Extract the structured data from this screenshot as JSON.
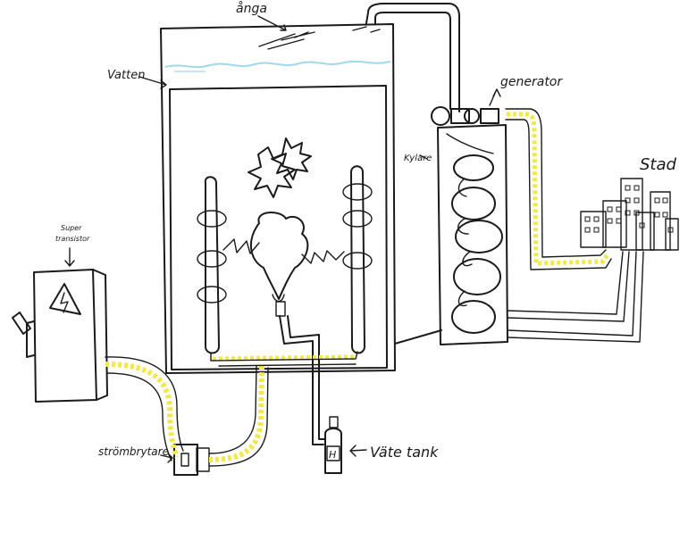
{
  "labels": {
    "anga": "ånga",
    "vatten": "Vatten",
    "generator": "generator",
    "kylare": "Kylare",
    "stad": "Stad",
    "super": "Super",
    "transistor": "transistor",
    "strombrytare": "strömbrytare",
    "vatetank": "Väte tank",
    "tank_letter": "H"
  },
  "colors": {
    "ink": "#1a1a1a",
    "water": "#9fd9ea",
    "cable": "#f2e84a"
  }
}
